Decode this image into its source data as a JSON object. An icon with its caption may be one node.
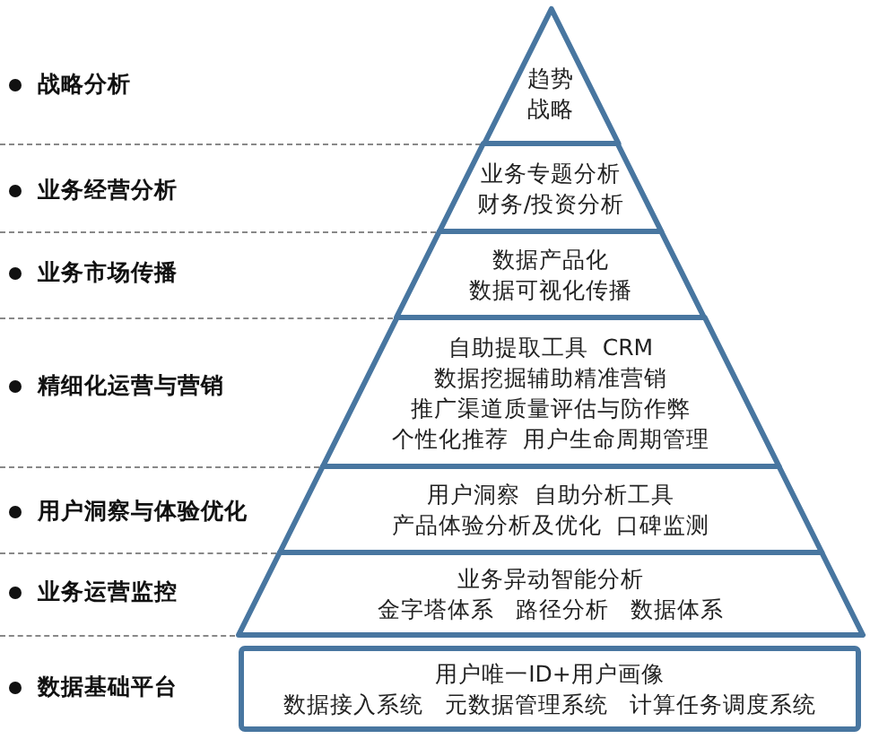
{
  "diagram": {
    "nodes": [
      {
        "text": [
          "趋势",
          "战略"
        ]
      },
      {
        "text": [
          "业务专题分析",
          "财务/投资分析"
        ]
      },
      {
        "text": [
          "数据产品化",
          "数据可视化传播"
        ]
      },
      {
        "text": [
          "自助提取工具  CRM",
          "数据挖掘辅助精准营销",
          "推广渠道质量评估与防作弊",
          "个性化推荐  用户生命周期管理"
        ]
      },
      {
        "text": [
          "用户洞察  自助分析工具",
          "产品体验分析及优化  口碑监测"
        ]
      },
      {
        "text": [
          "业务异动智能分析",
          "金字塔体系   路径分析   数据体系"
        ]
      },
      {
        "text": [
          "用户唯一ID+用户画像",
          "数据接入系统   元数据管理系统   计算任务调度系统"
        ]
      }
    ],
    "labels": [
      "战略分析",
      "业务经营分析",
      "业务市场传播",
      "精细化运营与营销",
      "用户洞察与体验优化",
      "业务运营监控",
      "数据基础平台"
    ]
  }
}
